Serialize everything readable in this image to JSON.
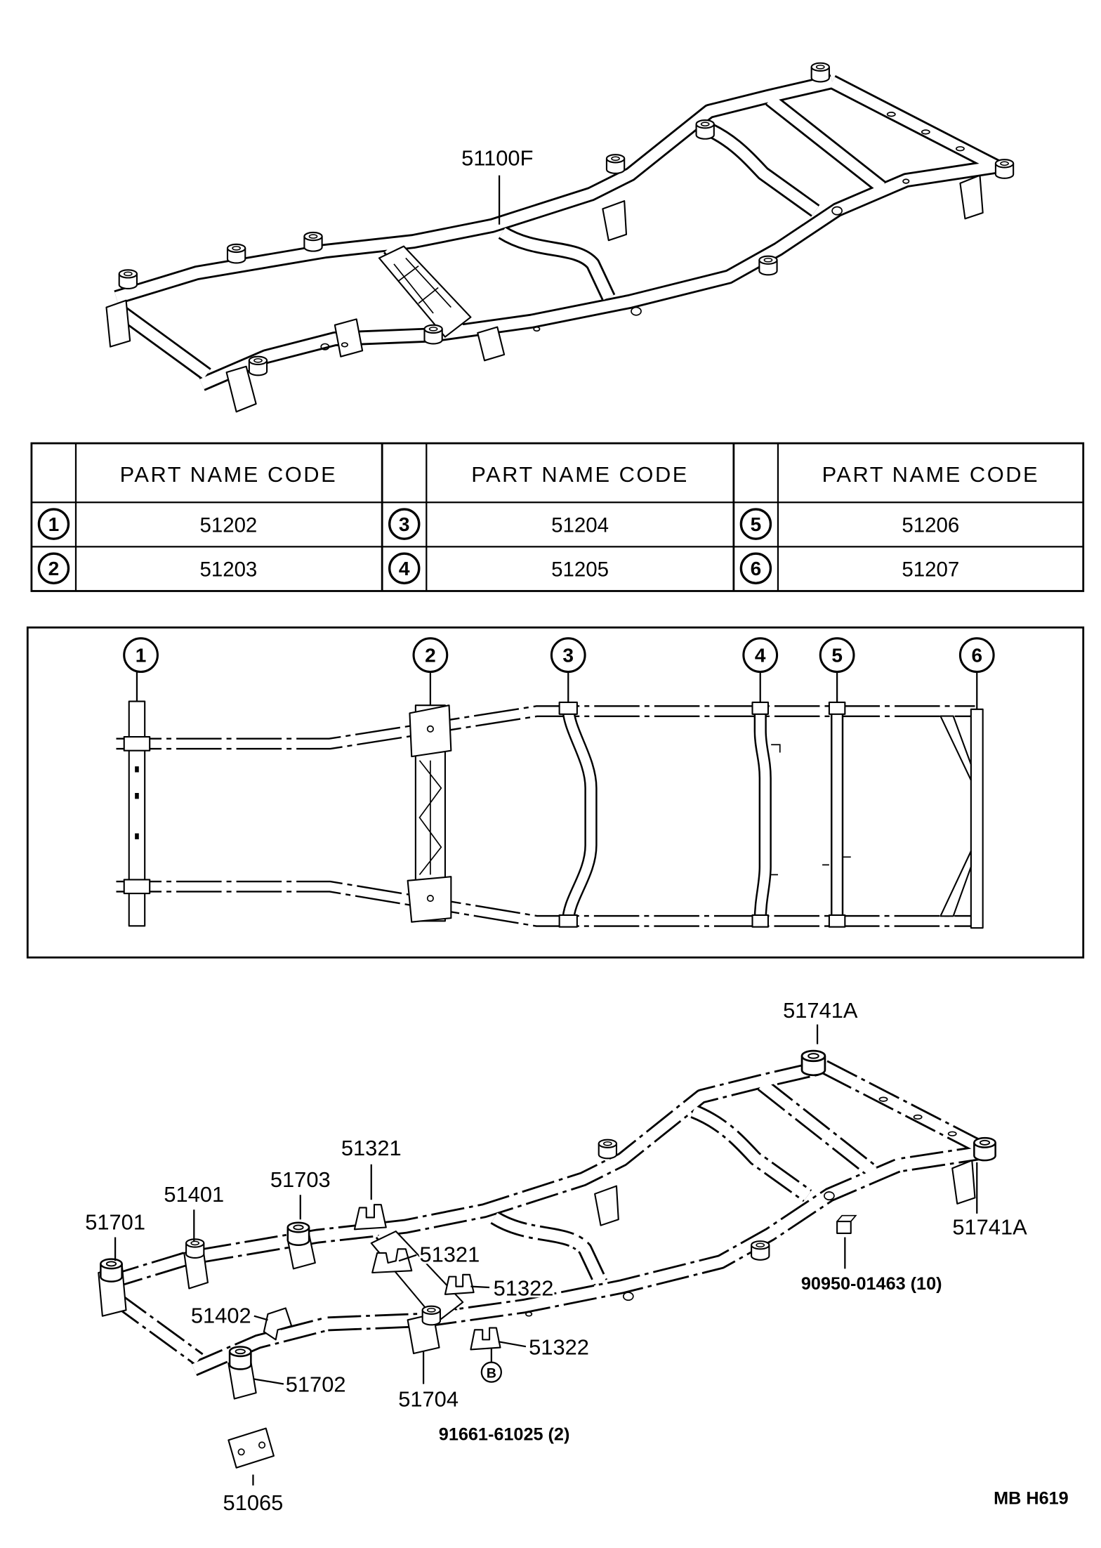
{
  "top_diagram": {
    "frame_callout": "51100F"
  },
  "parts_table": {
    "headers": [
      "PART NAME CODE",
      "PART NAME CODE",
      "PART NAME CODE"
    ],
    "rows": [
      [
        {
          "num": "1",
          "code": "51202"
        },
        {
          "num": "3",
          "code": "51204"
        },
        {
          "num": "5",
          "code": "51206"
        }
      ],
      [
        {
          "num": "2",
          "code": "51203"
        },
        {
          "num": "4",
          "code": "51205"
        },
        {
          "num": "6",
          "code": "51207"
        }
      ]
    ]
  },
  "crossmember_layout": {
    "markers": [
      "1",
      "2",
      "3",
      "4",
      "5",
      "6"
    ]
  },
  "exploded_diagram": {
    "callouts": {
      "rear_mount_top": "51741A",
      "rear_mount_right": "51741A",
      "clip": "90950-01463 (10)",
      "bracket_upper": "51321",
      "mount_center": "51703",
      "bracket_front_upper": "51401",
      "bracket_front": "51701",
      "bracket_mid": "51321",
      "crossmember_bracket_upper": "51322",
      "bracket_front_lower": "51402",
      "crossmember_bracket_lower": "51322",
      "bracket_k": "51704",
      "mount_front_lower": "51702",
      "bolt": "91661-61025 (2)",
      "plate": "51065"
    },
    "fastener_marker": "B"
  },
  "footer": {
    "diagram_code": "MB H619"
  }
}
